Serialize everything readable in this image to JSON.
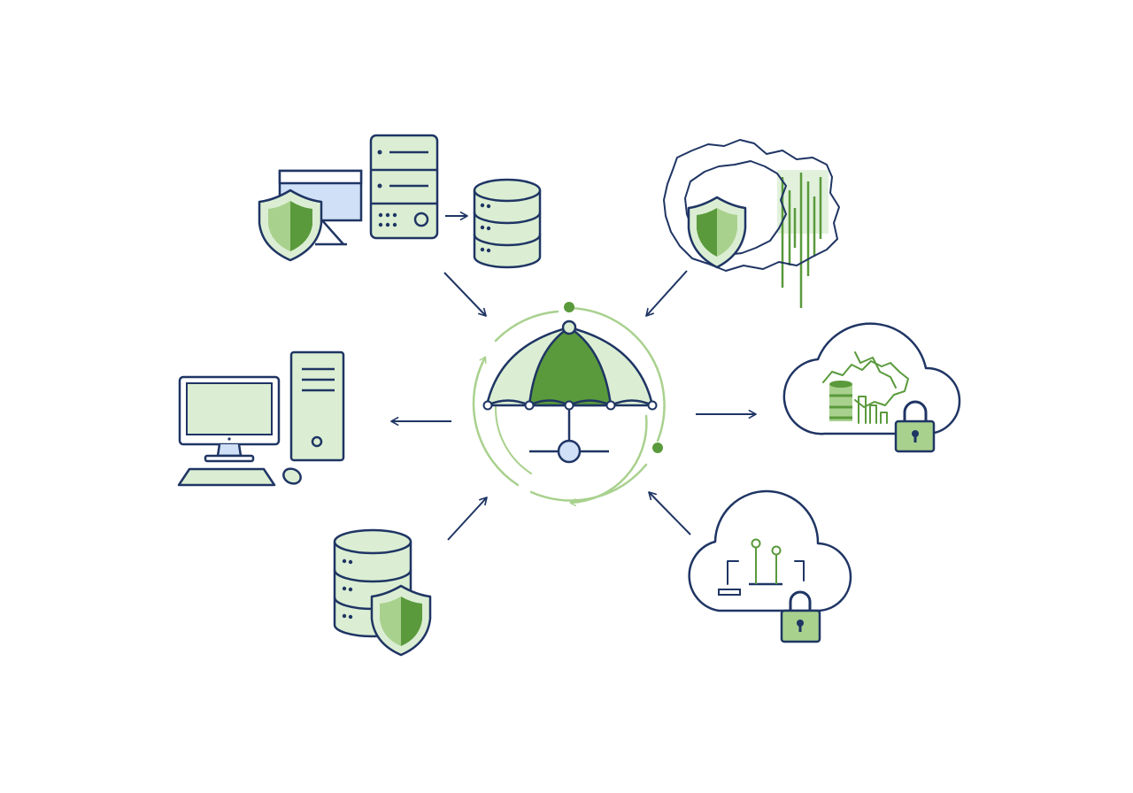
{
  "colors": {
    "navy": "#1f3564",
    "green_dark": "#5a9a3c",
    "green_mid": "#a9d18e",
    "green_pale": "#dbeed3",
    "blue_pale": "#cfe0f7",
    "background": "#ffffff"
  },
  "hub": {
    "icon": "umbrella-network-icon",
    "ring": "circular-sync-arrows"
  },
  "nodes": [
    {
      "id": "protected-server-stack",
      "icons": [
        "browser-window-icon",
        "shield-icon",
        "server-rack-icon",
        "database-icon"
      ],
      "flow": "into-hub"
    },
    {
      "id": "shielded-cloud-threat",
      "icons": [
        "threat-cloud-icon",
        "shield-icon",
        "data-bars-icon"
      ],
      "flow": "into-hub"
    },
    {
      "id": "desktop-workstation",
      "icons": [
        "monitor-icon",
        "pc-tower-icon",
        "keyboard-icon",
        "mouse-icon"
      ],
      "flow": "out-of-hub"
    },
    {
      "id": "secure-cloud-storage",
      "icons": [
        "cloud-icon",
        "database-icon",
        "bar-chart-icon",
        "padlock-icon"
      ],
      "flow": "out-of-hub"
    },
    {
      "id": "protected-database",
      "icons": [
        "database-icon",
        "shield-icon"
      ],
      "flow": "into-hub"
    },
    {
      "id": "secure-cloud-network",
      "icons": [
        "cloud-icon",
        "network-nodes-icon",
        "padlock-icon"
      ],
      "flow": "into-hub"
    }
  ]
}
